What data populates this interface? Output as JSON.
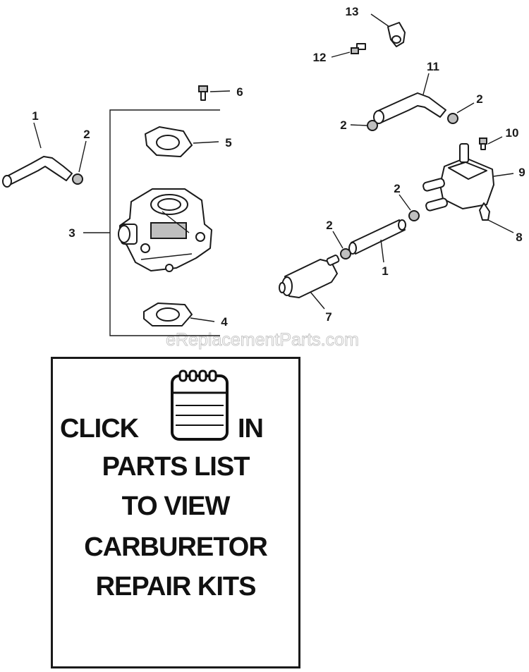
{
  "watermark": "eReplacementParts.com",
  "callouts": {
    "c1a": "1",
    "c1b": "1",
    "c2a": "2",
    "c2b": "2",
    "c2c": "2",
    "c2d": "2",
    "c2e": "2",
    "c3": "3",
    "c4": "4",
    "c5": "5",
    "c6": "6",
    "c7": "7",
    "c8": "8",
    "c9": "9",
    "c10": "10",
    "c11": "11",
    "c12": "12",
    "c13": "13"
  },
  "kit_notice": {
    "word_click": "CLICK",
    "word_in": "IN",
    "line2": "PARTS LIST",
    "line3": "TO VIEW",
    "line4": "CARBURETOR",
    "line5": "REPAIR KITS",
    "icon": "notepad-icon"
  }
}
